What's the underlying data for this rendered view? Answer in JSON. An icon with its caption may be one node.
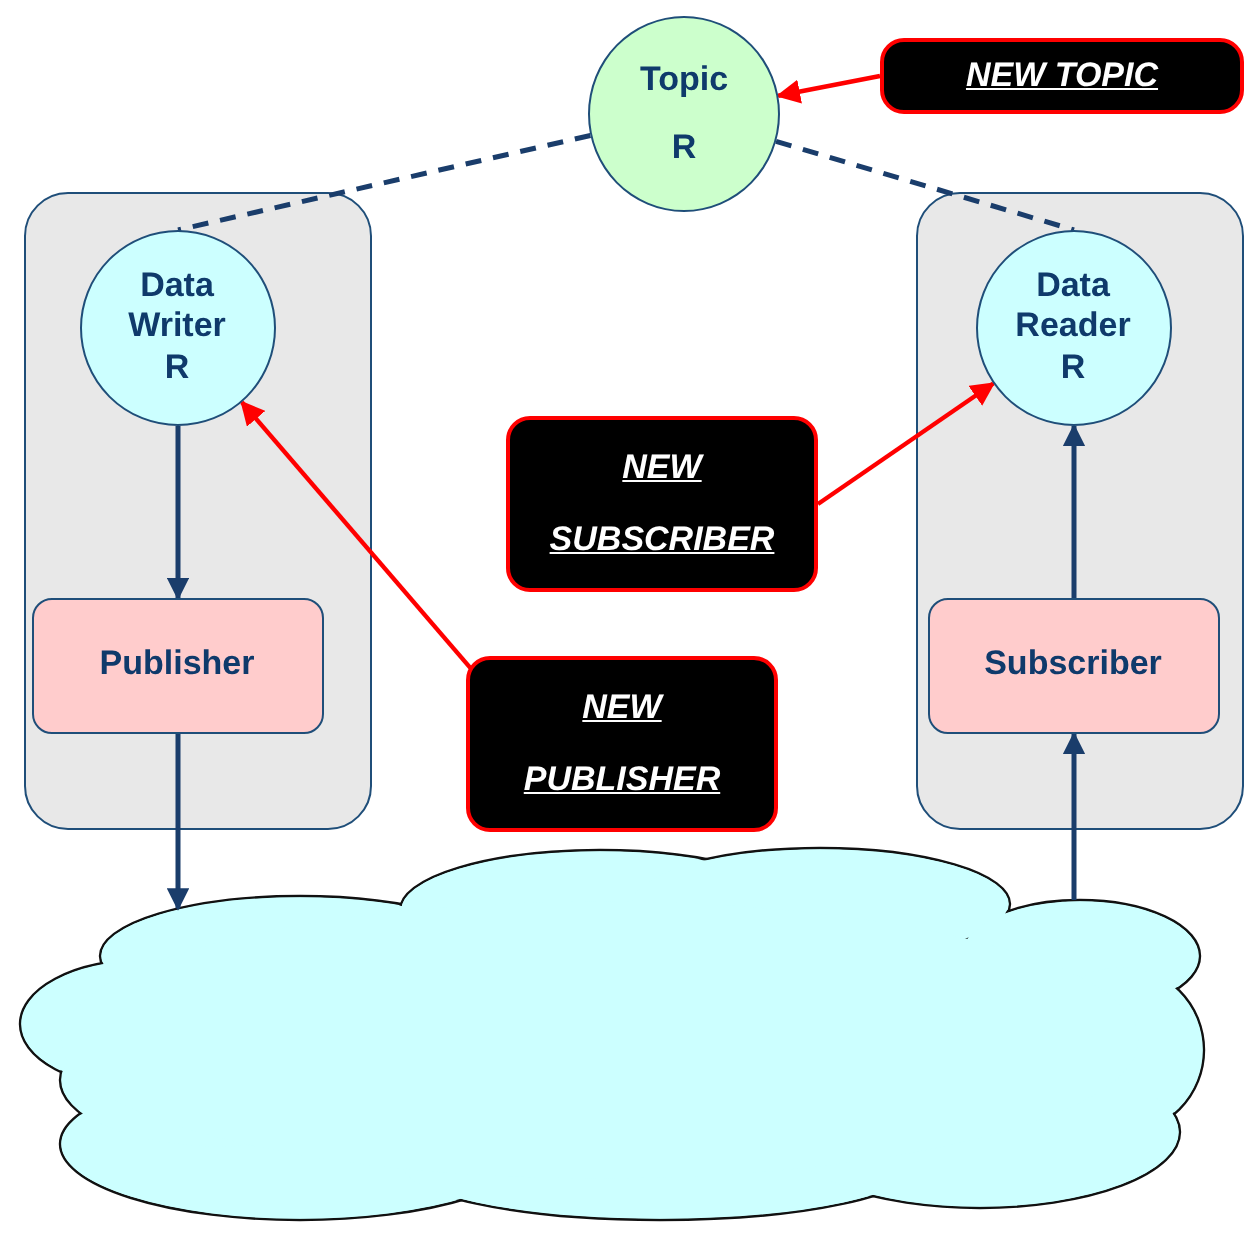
{
  "diagram": {
    "nodes": [
      {
        "text": [
          "Topic",
          "R"
        ]
      },
      {
        "text": [
          "NEW TOPIC"
        ]
      },
      {
        "text": [],
        "shape": "box"
      },
      {
        "text": [
          "Data Writer R"
        ],
        "in": 2
      },
      {
        "text": [
          "Publisher"
        ],
        "in": 2
      },
      {
        "text": [],
        "shape": "box"
      },
      {
        "text": [
          "Data Reader R"
        ],
        "in": 5
      },
      {
        "text": [
          "Subscriber"
        ],
        "in": 5
      },
      {
        "text": [
          "NEW SUBSCRIBER"
        ]
      },
      {
        "text": [
          "NEW PUBLISHER"
        ]
      },
      {
        "text": [],
        "shape": "cloud"
      }
    ],
    "edges": [
      {
        "from": 1,
        "to": 0,
        "arrow": "to",
        "color": "#ff0000"
      },
      {
        "from": 0,
        "to": 3,
        "arrow": "none",
        "style": "dashed"
      },
      {
        "from": 0,
        "to": 6,
        "arrow": "none",
        "style": "dashed"
      },
      {
        "from": 3,
        "to": 4,
        "arrow": "to"
      },
      {
        "from": 4,
        "to": 10,
        "arrow": "to"
      },
      {
        "from": 10,
        "to": 7,
        "arrow": "to"
      },
      {
        "from": 7,
        "to": 6,
        "arrow": "to"
      },
      {
        "from": 8,
        "to": 6,
        "arrow": "to",
        "color": "#ff0000"
      },
      {
        "from": 9,
        "to": 3,
        "arrow": "to",
        "color": "#ff0000"
      }
    ]
  }
}
